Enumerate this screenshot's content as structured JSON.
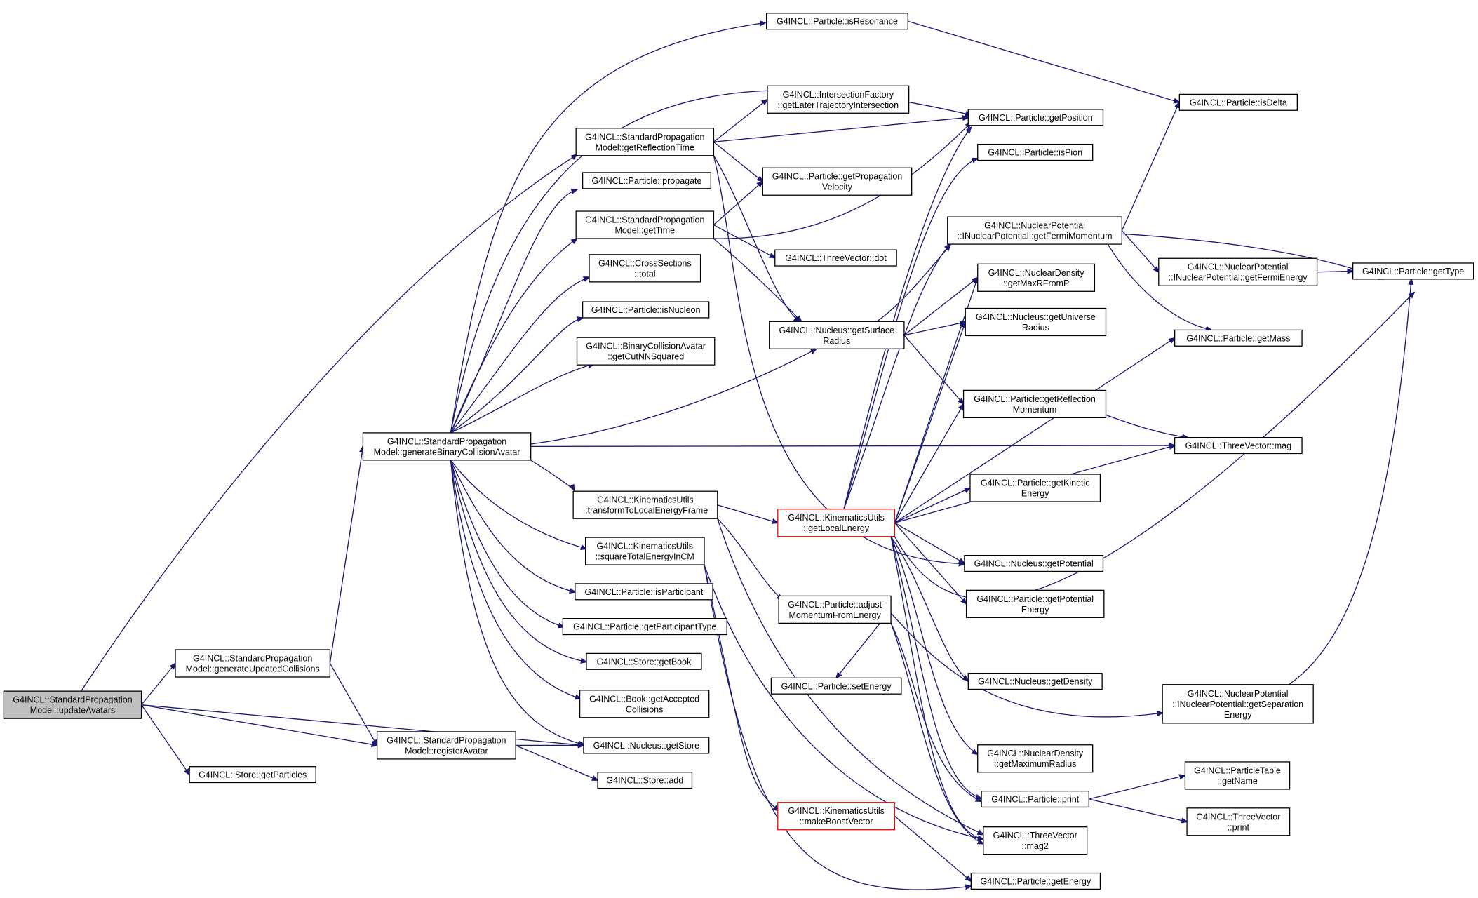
{
  "graph": {
    "nodes": [
      {
        "id": "updateAvatars",
        "lines": [
          "G4INCL::StandardPropagation",
          "Model::updateAvatars"
        ],
        "style": "root"
      },
      {
        "id": "generateUpdatedCollisions",
        "lines": [
          "G4INCL::StandardPropagation",
          "Model::generateUpdatedCollisions"
        ]
      },
      {
        "id": "getParticles",
        "lines": [
          "G4INCL::Store::getParticles"
        ]
      },
      {
        "id": "registerAvatar",
        "lines": [
          "G4INCL::StandardPropagation",
          "Model::registerAvatar"
        ]
      },
      {
        "id": "genBinColl",
        "lines": [
          "G4INCL::StandardPropagation",
          "Model::generateBinaryCollisionAvatar"
        ]
      },
      {
        "id": "isResonance",
        "lines": [
          "G4INCL::Particle::isResonance"
        ]
      },
      {
        "id": "getReflectionTime",
        "lines": [
          "G4INCL::StandardPropagation",
          "Model::getReflectionTime"
        ]
      },
      {
        "id": "propagate",
        "lines": [
          "G4INCL::Particle::propagate"
        ]
      },
      {
        "id": "getTime",
        "lines": [
          "G4INCL::StandardPropagation",
          "Model::getTime"
        ]
      },
      {
        "id": "total",
        "lines": [
          "G4INCL::CrossSections",
          "::total"
        ]
      },
      {
        "id": "isNucleon",
        "lines": [
          "G4INCL::Particle::isNucleon"
        ]
      },
      {
        "id": "getCutNN",
        "lines": [
          "G4INCL::BinaryCollisionAvatar",
          "::getCutNNSquared"
        ]
      },
      {
        "id": "transformToLocal",
        "lines": [
          "G4INCL::KinematicsUtils",
          "::transformToLocalEnergyFrame"
        ]
      },
      {
        "id": "squareTotal",
        "lines": [
          "G4INCL::KinematicsUtils",
          "::squareTotalEnergyInCM"
        ]
      },
      {
        "id": "isParticipant",
        "lines": [
          "G4INCL::Particle::isParticipant"
        ]
      },
      {
        "id": "getParticipantType",
        "lines": [
          "G4INCL::Particle::getParticipantType"
        ]
      },
      {
        "id": "getBook",
        "lines": [
          "G4INCL::Store::getBook"
        ]
      },
      {
        "id": "getAccepted",
        "lines": [
          "G4INCL::Book::getAccepted",
          "Collisions"
        ]
      },
      {
        "id": "getStore",
        "lines": [
          "G4INCL::Nucleus::getStore"
        ]
      },
      {
        "id": "storeAdd",
        "lines": [
          "G4INCL::Store::add"
        ]
      },
      {
        "id": "getLaterTraj",
        "lines": [
          "G4INCL::IntersectionFactory",
          "::getLaterTrajectoryIntersection"
        ]
      },
      {
        "id": "getPropVel",
        "lines": [
          "G4INCL::Particle::getPropagation",
          "Velocity"
        ]
      },
      {
        "id": "dot",
        "lines": [
          "G4INCL::ThreeVector::dot"
        ]
      },
      {
        "id": "getSurfaceRadius",
        "lines": [
          "G4INCL::Nucleus::getSurface",
          "Radius"
        ]
      },
      {
        "id": "getLocalEnergy",
        "lines": [
          "G4INCL::KinematicsUtils",
          "::getLocalEnergy"
        ],
        "style": "red"
      },
      {
        "id": "adjustMomentum",
        "lines": [
          "G4INCL::Particle::adjust",
          "MomentumFromEnergy"
        ]
      },
      {
        "id": "setEnergy",
        "lines": [
          "G4INCL::Particle::setEnergy"
        ]
      },
      {
        "id": "makeBoost",
        "lines": [
          "G4INCL::KinematicsUtils",
          "::makeBoostVector"
        ],
        "style": "red"
      },
      {
        "id": "getPosition",
        "lines": [
          "G4INCL::Particle::getPosition"
        ]
      },
      {
        "id": "isPion",
        "lines": [
          "G4INCL::Particle::isPion"
        ]
      },
      {
        "id": "getFermiMomentum",
        "lines": [
          "G4INCL::NuclearPotential",
          "::INuclearPotential::getFermiMomentum"
        ]
      },
      {
        "id": "getMaxRFromP",
        "lines": [
          "G4INCL::NuclearDensity",
          "::getMaxRFromP"
        ]
      },
      {
        "id": "getUniverseRadius",
        "lines": [
          "G4INCL::Nucleus::getUniverse",
          "Radius"
        ]
      },
      {
        "id": "getReflMomentum",
        "lines": [
          "G4INCL::Particle::getReflection",
          "Momentum"
        ]
      },
      {
        "id": "getKineticEnergy",
        "lines": [
          "G4INCL::Particle::getKinetic",
          "Energy"
        ]
      },
      {
        "id": "getPotential",
        "lines": [
          "G4INCL::Nucleus::getPotential"
        ]
      },
      {
        "id": "getPotentialEnergy",
        "lines": [
          "G4INCL::Particle::getPotential",
          "Energy"
        ]
      },
      {
        "id": "getDensity",
        "lines": [
          "G4INCL::Nucleus::getDensity"
        ]
      },
      {
        "id": "getMaximumRadius",
        "lines": [
          "G4INCL::NuclearDensity",
          "::getMaximumRadius"
        ]
      },
      {
        "id": "print",
        "lines": [
          "G4INCL::Particle::print"
        ]
      },
      {
        "id": "mag2",
        "lines": [
          "G4INCL::ThreeVector",
          "::mag2"
        ]
      },
      {
        "id": "getEnergy",
        "lines": [
          "G4INCL::Particle::getEnergy"
        ]
      },
      {
        "id": "isDelta",
        "lines": [
          "G4INCL::Particle::isDelta"
        ]
      },
      {
        "id": "getFermiEnergy",
        "lines": [
          "G4INCL::NuclearPotential",
          "::INuclearPotential::getFermiEnergy"
        ]
      },
      {
        "id": "getType",
        "lines": [
          "G4INCL::Particle::getType"
        ]
      },
      {
        "id": "getMass",
        "lines": [
          "G4INCL::Particle::getMass"
        ]
      },
      {
        "id": "mag",
        "lines": [
          "G4INCL::ThreeVector::mag"
        ]
      },
      {
        "id": "getSeparation",
        "lines": [
          "G4INCL::NuclearPotential",
          "::INuclearPotential::getSeparation",
          "Energy"
        ]
      },
      {
        "id": "getName",
        "lines": [
          "G4INCL::ParticleTable",
          "::getName"
        ]
      },
      {
        "id": "tvPrint",
        "lines": [
          "G4INCL::ThreeVector",
          "::print"
        ]
      }
    ],
    "edges": [
      [
        "updateAvatars",
        "generateUpdatedCollisions"
      ],
      [
        "updateAvatars",
        "getParticles"
      ],
      [
        "updateAvatars",
        "registerAvatar"
      ],
      [
        "updateAvatars",
        "getStore"
      ],
      [
        "updateAvatars",
        "getReflectionTime"
      ],
      [
        "generateUpdatedCollisions",
        "genBinColl"
      ],
      [
        "generateUpdatedCollisions",
        "registerAvatar"
      ],
      [
        "registerAvatar",
        "getStore"
      ],
      [
        "registerAvatar",
        "storeAdd"
      ],
      [
        "genBinColl",
        "isResonance"
      ],
      [
        "genBinColl",
        "getPosition"
      ],
      [
        "genBinColl",
        "propagate"
      ],
      [
        "genBinColl",
        "getTime"
      ],
      [
        "genBinColl",
        "total"
      ],
      [
        "genBinColl",
        "isNucleon"
      ],
      [
        "genBinColl",
        "getCutNN"
      ],
      [
        "genBinColl",
        "transformToLocal"
      ],
      [
        "genBinColl",
        "squareTotal"
      ],
      [
        "genBinColl",
        "isParticipant"
      ],
      [
        "genBinColl",
        "getParticipantType"
      ],
      [
        "genBinColl",
        "getBook"
      ],
      [
        "genBinColl",
        "getAccepted"
      ],
      [
        "genBinColl",
        "getStore"
      ],
      [
        "genBinColl",
        "getSurfaceRadius"
      ],
      [
        "genBinColl",
        "mag"
      ],
      [
        "getReflectionTime",
        "getLaterTraj"
      ],
      [
        "getReflectionTime",
        "getPosition"
      ],
      [
        "getReflectionTime",
        "getPropVel"
      ],
      [
        "getReflectionTime",
        "getSurfaceRadius"
      ],
      [
        "getReflectionTime",
        "getPotential"
      ],
      [
        "getTime",
        "getPropVel"
      ],
      [
        "getTime",
        "dot"
      ],
      [
        "getTime",
        "getPosition"
      ],
      [
        "getTime",
        "getSurfaceRadius"
      ],
      [
        "transformToLocal",
        "getLocalEnergy"
      ],
      [
        "transformToLocal",
        "adjustMomentum"
      ],
      [
        "transformToLocal",
        "mag2"
      ],
      [
        "squareTotal",
        "makeBoost"
      ],
      [
        "squareTotal",
        "getEnergy"
      ],
      [
        "squareTotal",
        "mag2"
      ],
      [
        "getSurfaceRadius",
        "getMaxRFromP"
      ],
      [
        "getSurfaceRadius",
        "getFermiMomentum"
      ],
      [
        "getSurfaceRadius",
        "getReflMomentum"
      ],
      [
        "getSurfaceRadius",
        "getUniverseRadius"
      ],
      [
        "getLocalEnergy",
        "getPosition"
      ],
      [
        "getLocalEnergy",
        "isPion"
      ],
      [
        "getLocalEnergy",
        "getFermiMomentum"
      ],
      [
        "getLocalEnergy",
        "getMaxRFromP"
      ],
      [
        "getLocalEnergy",
        "getUniverseRadius"
      ],
      [
        "getLocalEnergy",
        "getMass"
      ],
      [
        "getLocalEnergy",
        "getReflMomentum"
      ],
      [
        "getLocalEnergy",
        "getKineticEnergy"
      ],
      [
        "getLocalEnergy",
        "mag"
      ],
      [
        "getLocalEnergy",
        "getPotential"
      ],
      [
        "getLocalEnergy",
        "getPotentialEnergy"
      ],
      [
        "getLocalEnergy",
        "getType"
      ],
      [
        "getLocalEnergy",
        "getDensity"
      ],
      [
        "getLocalEnergy",
        "getMaximumRadius"
      ],
      [
        "getLocalEnergy",
        "print"
      ],
      [
        "getLocalEnergy",
        "mag2"
      ],
      [
        "adjustMomentum",
        "setEnergy"
      ],
      [
        "adjustMomentum",
        "print"
      ],
      [
        "adjustMomentum",
        "mag2"
      ],
      [
        "adjustMomentum",
        "getSeparation"
      ],
      [
        "makeBoost",
        "getEnergy"
      ],
      [
        "isResonance",
        "isDelta"
      ],
      [
        "getFermiMomentum",
        "getFermiEnergy"
      ],
      [
        "getFermiMomentum",
        "getType"
      ],
      [
        "getFermiMomentum",
        "getMass"
      ],
      [
        "getFermiMomentum",
        "isDelta"
      ],
      [
        "getFermiEnergy",
        "getType"
      ],
      [
        "getReflMomentum",
        "mag"
      ],
      [
        "getSeparation",
        "getType"
      ],
      [
        "print",
        "getName"
      ],
      [
        "print",
        "tvPrint"
      ]
    ]
  }
}
